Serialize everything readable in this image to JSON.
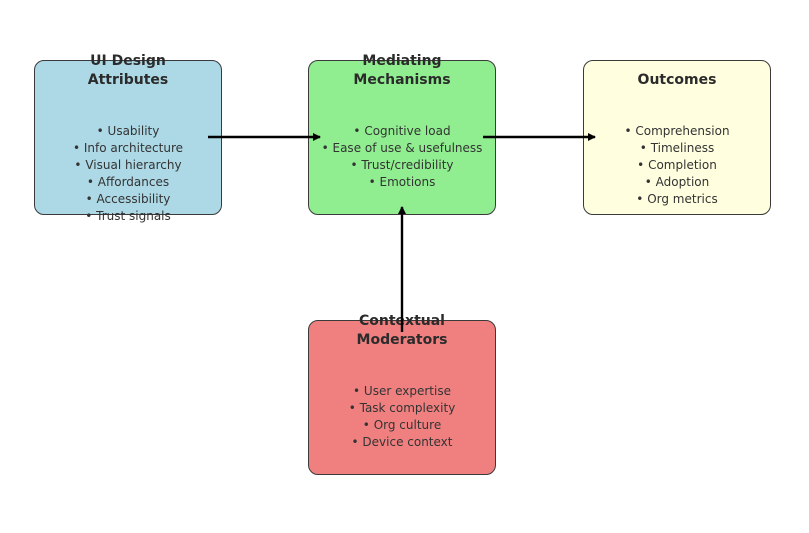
{
  "boxes": {
    "ui_design": {
      "title": "UI Design\nAttributes",
      "color": "#add8e6",
      "items": [
        "Usability",
        "Info architecture",
        "Visual hierarchy",
        "Affordances",
        "Accessibility",
        "Trust signals"
      ]
    },
    "mediating": {
      "title": "Mediating\nMechanisms",
      "color": "#90ee90",
      "items": [
        "Cognitive load",
        "Ease of use & usefulness",
        "Trust/credibility",
        "Emotions"
      ]
    },
    "outcomes": {
      "title": "Outcomes",
      "color": "#ffffe0",
      "items": [
        "Comprehension",
        "Timeliness",
        "Completion",
        "Adoption",
        "Org metrics"
      ]
    },
    "contextual": {
      "title": "Contextual\nModerators",
      "color": "#f08080",
      "items": [
        "User expertise",
        "Task complexity",
        "Org culture",
        "Device context"
      ]
    }
  },
  "arrow_color": "#000000"
}
